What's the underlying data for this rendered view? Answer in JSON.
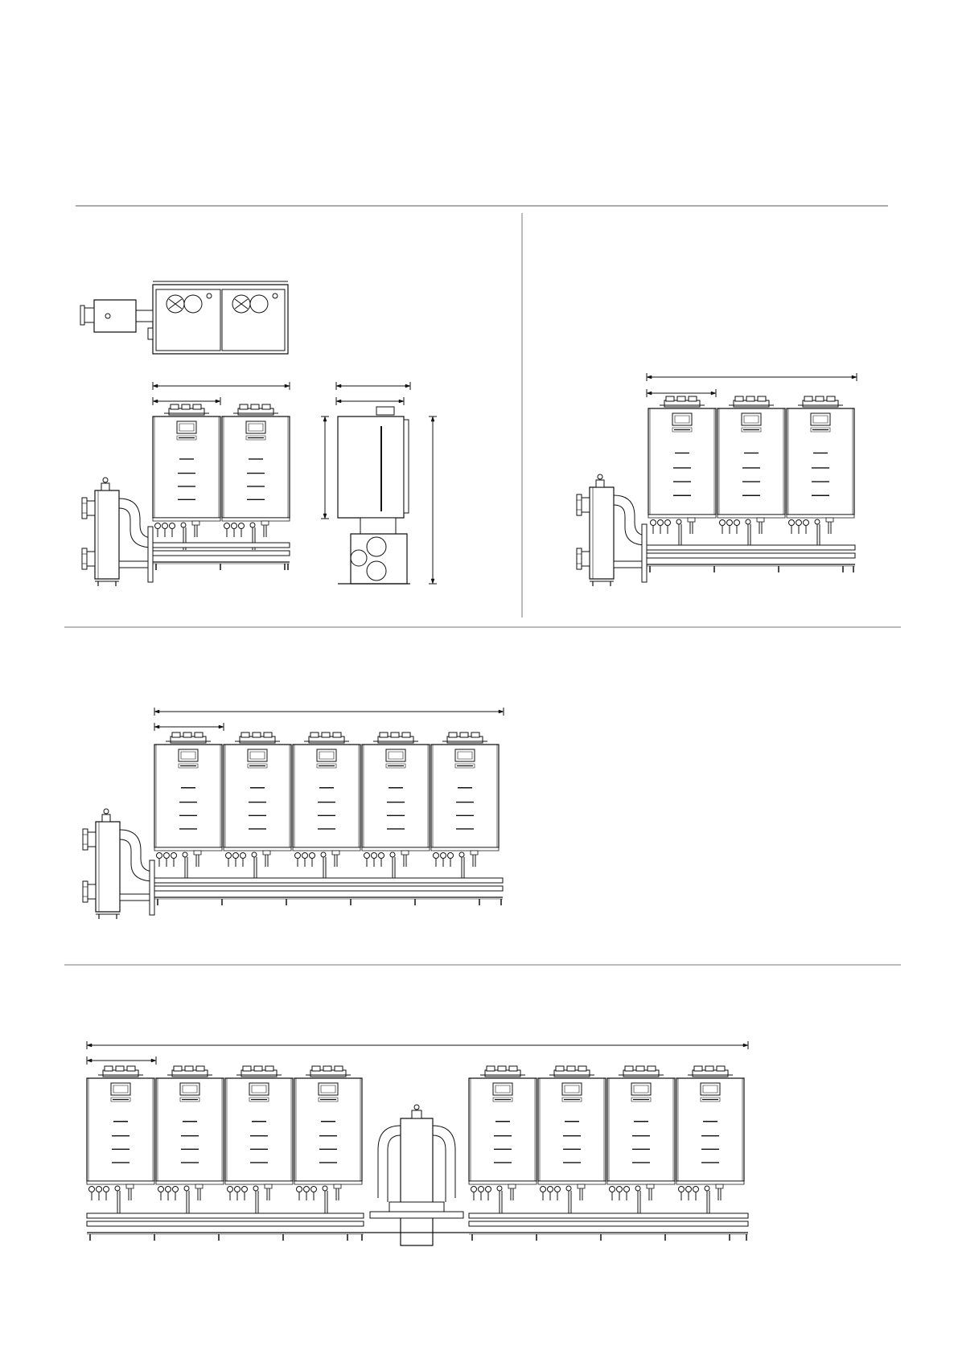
{
  "page": {
    "background": "#ffffff",
    "ink": "#111111",
    "rule_color": "#777777"
  },
  "sections": [
    {
      "id": "two-unit-views",
      "units": 2,
      "views": [
        "top-view",
        "front-view",
        "side-view"
      ],
      "header": "left-of-single-header",
      "manifold": "left"
    },
    {
      "id": "three-unit",
      "units": 3,
      "manifold": "left"
    },
    {
      "id": "five-unit",
      "units": 5,
      "manifold": "left"
    },
    {
      "id": "eight-unit",
      "units": 8,
      "manifold": "center"
    }
  ],
  "icons": [
    "boiler-unit-icon",
    "header-manifold-icon",
    "dimension-line-icon",
    "pipe-rail-icon",
    "control-panel-icon"
  ]
}
